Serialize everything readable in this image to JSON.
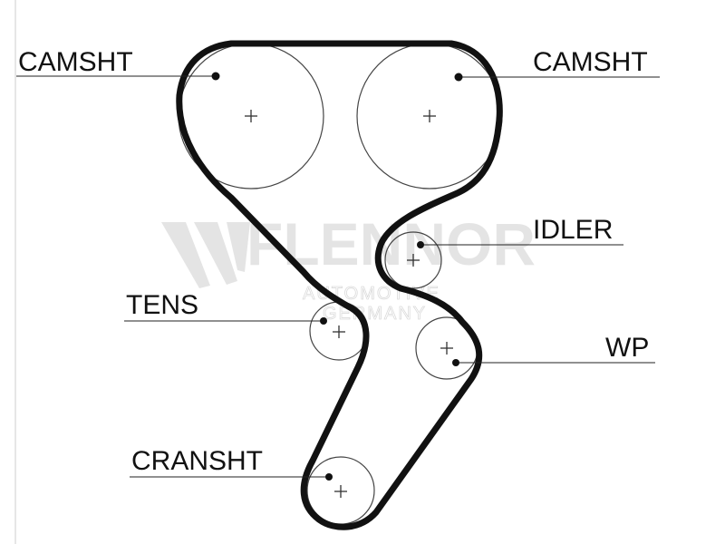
{
  "labels": {
    "camshaft_left": "CAMSHT",
    "camshaft_right": "CAMSHT",
    "idler": "IDLER",
    "tensioner": "TENS",
    "water_pump": "WP",
    "crankshaft": "CRANSHT"
  },
  "watermark": {
    "brand": "FLENNOR",
    "line1": "AUTOMOTIVE",
    "line2": "GERMANY"
  },
  "colors": {
    "belt": "#111111",
    "pulley_outline": "#444444",
    "watermark": "#000000"
  }
}
